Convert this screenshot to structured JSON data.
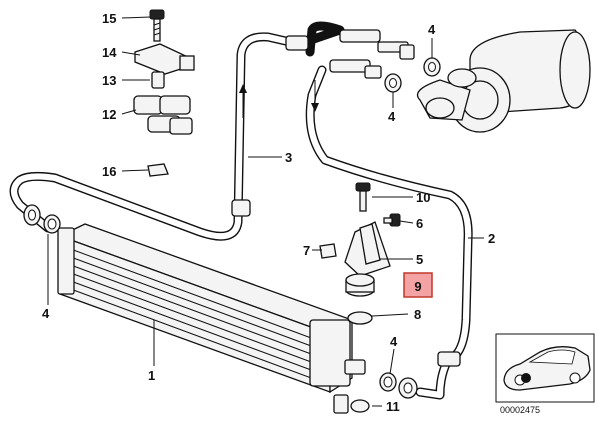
{
  "callouts": {
    "c1": "1",
    "c2": "2",
    "c3": "3",
    "c4a": "4",
    "c4b": "4",
    "c4c": "4",
    "c4d": "4",
    "c5": "5",
    "c6": "6",
    "c7": "7",
    "c8": "8",
    "c9": "9",
    "c10": "10",
    "c11": "11",
    "c12": "12",
    "c13": "13",
    "c14": "14",
    "c15": "15",
    "c16": "16"
  },
  "highlight": {
    "part": "9",
    "color": "#f3a3a3",
    "border": "#c0392b"
  },
  "inset": {
    "code": "00002475"
  }
}
